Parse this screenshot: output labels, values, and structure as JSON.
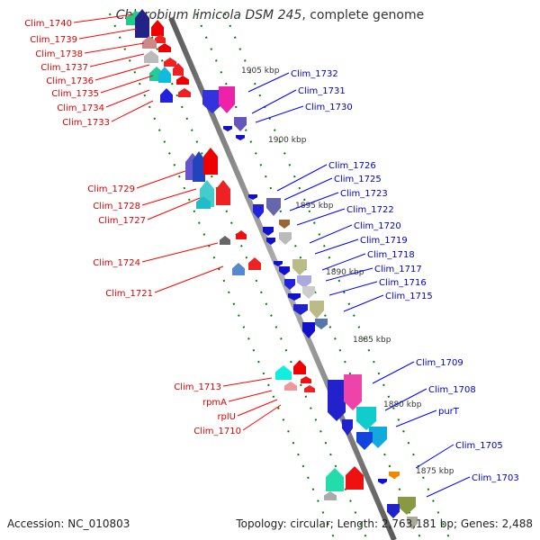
{
  "title": {
    "organism": "Chlorobium limicola DSM 245",
    "suffix": ", complete genome"
  },
  "footer": {
    "accession": "Accession: NC_010803",
    "summary": "Topology: circular; Length: 2,763,181 bp; Genes: 2,488"
  },
  "colors": {
    "left_strand": "#ff0000",
    "right_strand": "#0000ff",
    "backbone": "#808080",
    "ticks": "#008000"
  },
  "scale_labels": [
    "1905 kbp",
    "1900 kbp",
    "1895 kbp",
    "1890 kbp",
    "1885 kbp",
    "1880 kbp",
    "1875 kbp"
  ],
  "left_labels": [
    "Clim_1740",
    "Clim_1739",
    "Clim_1738",
    "Clim_1737",
    "Clim_1736",
    "Clim_1735",
    "Clim_1734",
    "Clim_1733",
    "Clim_1729",
    "Clim_1728",
    "Clim_1727",
    "Clim_1724",
    "Clim_1721",
    "Clim_1713",
    "rpmA",
    "rplU",
    "Clim_1710"
  ],
  "right_labels": [
    "Clim_1732",
    "Clim_1731",
    "Clim_1730",
    "Clim_1726",
    "Clim_1725",
    "Clim_1723",
    "Clim_1722",
    "Clim_1720",
    "Clim_1719",
    "Clim_1718",
    "Clim_1717",
    "Clim_1716",
    "Clim_1715",
    "Clim_1709",
    "Clim_1708",
    "purT",
    "Clim_1705",
    "Clim_1703"
  ]
}
